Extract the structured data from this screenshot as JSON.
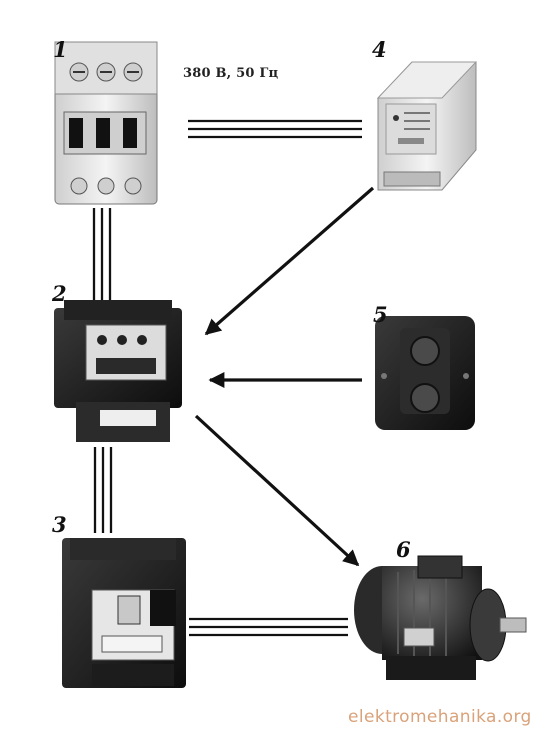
{
  "labels": {
    "n1": "1",
    "n2": "2",
    "n3": "3",
    "n4": "4",
    "n5": "5",
    "n6": "6",
    "supply": "380 В, 50 Гц"
  },
  "watermark": "elektromehanika.org",
  "components": [
    {
      "id": "1",
      "icon": "circuit-breaker-icon"
    },
    {
      "id": "2",
      "icon": "contactor-icon"
    },
    {
      "id": "3",
      "icon": "motor-protection-breaker-icon"
    },
    {
      "id": "4",
      "icon": "control-relay-icon"
    },
    {
      "id": "5",
      "icon": "push-button-station-icon"
    },
    {
      "id": "6",
      "icon": "electric-motor-icon"
    }
  ],
  "colors": {
    "line": "#111111",
    "watermark": "#d9a27a",
    "device_light": "#e8e8e8",
    "device_dark": "#1c1c1c"
  }
}
